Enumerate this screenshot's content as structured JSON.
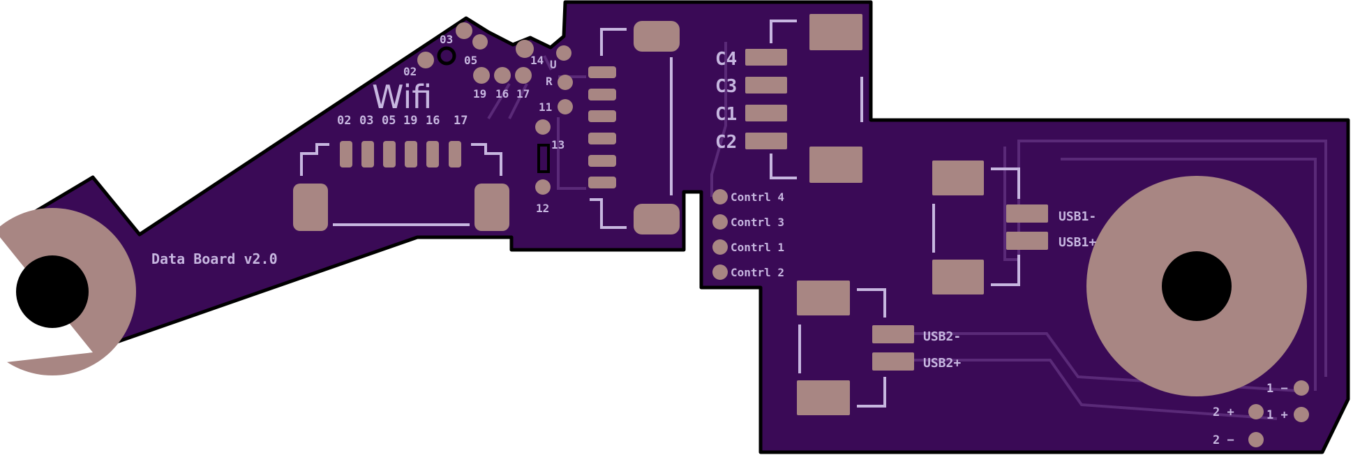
{
  "colors": {
    "board": "#3a0a56",
    "outline": "#000000",
    "copper": "#a88683",
    "trace": "#5a2a78",
    "silkscreen": "#c7b7e0",
    "hole": "#000000"
  },
  "labels": {
    "board_name": "Data Board v2.0",
    "wifi": "Wifi",
    "wifi_pins": [
      "02",
      "03",
      "05",
      "19",
      "16",
      "17"
    ],
    "top_pins": {
      "p03": "03",
      "p05": "05",
      "p02": "02",
      "p14": "14",
      "p19": "19",
      "p16": "16",
      "p17": "17"
    },
    "usb_pins": {
      "u": "U",
      "r": "R",
      "p11": "11",
      "p13": "13",
      "p12": "12"
    },
    "caps": [
      "C4",
      "C3",
      "C1",
      "C2"
    ],
    "controls": [
      "Contrl 4",
      "Contrl 3",
      "Contrl 1",
      "Contrl 2"
    ],
    "usb1_minus": "USB1-",
    "usb1_plus": "USB1+",
    "usb2_minus": "USB2-",
    "usb2_plus": "USB2+",
    "power": {
      "p1_minus": "1 −",
      "p2_plus": "2 +",
      "p1_plus": "1 +",
      "p2_minus": "2 −"
    }
  }
}
